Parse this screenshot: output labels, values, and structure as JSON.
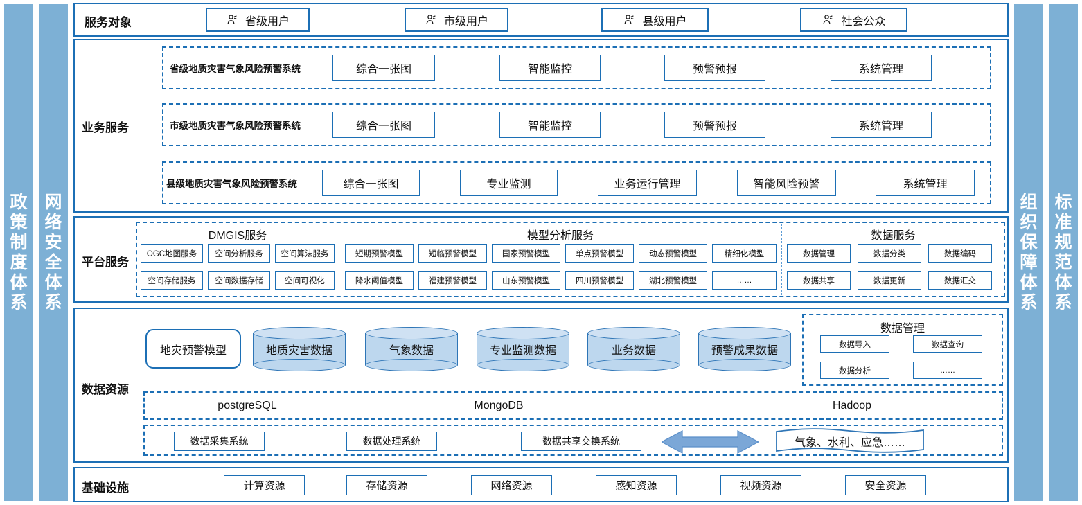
{
  "side_bars": {
    "left": [
      {
        "label": "政策制度体系"
      },
      {
        "label": "网络安全体系"
      }
    ],
    "right": [
      {
        "label": "组织保障体系"
      },
      {
        "label": "标准规范体系"
      }
    ]
  },
  "colors": {
    "bar_blue": "#7DB0D5",
    "frame_blue": "#1C6FB5",
    "cyl_fill": "#BDD7EE",
    "cyl_stroke": "#2E75B6",
    "arrow_fill": "#7BA7D7"
  },
  "layers": {
    "service_objects": {
      "label": "服务对象",
      "users": [
        {
          "icon": "user-icon",
          "label": "省级用户"
        },
        {
          "icon": "user-icon",
          "label": "市级用户"
        },
        {
          "icon": "user-icon",
          "label": "县级用户"
        },
        {
          "icon": "user-icon",
          "label": "社会公众"
        }
      ]
    },
    "business_services": {
      "label": "业务服务",
      "rows": [
        {
          "system": "省级地质灾害气象风险预警系统",
          "modules": [
            "综合一张图",
            "智能监控",
            "预警预报",
            "系统管理"
          ]
        },
        {
          "system": "市级地质灾害气象风险预警系统",
          "modules": [
            "综合一张图",
            "智能监控",
            "预警预报",
            "系统管理"
          ]
        },
        {
          "system": "县级地质灾害气象风险预警系统",
          "modules": [
            "综合一张图",
            "专业监测",
            "业务运行管理",
            "智能风险预警",
            "系统管理"
          ]
        }
      ]
    },
    "platform_services": {
      "label": "平台服务",
      "groups": [
        {
          "title": "DMGIS服务",
          "items_row1": [
            "OGC地图服务",
            "空间分析服务",
            "空间算法服务"
          ],
          "items_row2": [
            "空间存储服务",
            "空间数据存储",
            "空间可视化"
          ]
        },
        {
          "title": "模型分析服务",
          "items_row1": [
            "短期预警模型",
            "短临预警模型",
            "国家预警模型",
            "单点预警模型",
            "动态预警模型",
            "精细化模型"
          ],
          "items_row2": [
            "降水阈值模型",
            "福建预警模型",
            "山东预警模型",
            "四川预警模型",
            "湖北预警模型",
            "……"
          ]
        },
        {
          "title": "数据服务",
          "items_row1": [
            "数据管理",
            "数据分类",
            "数据编码"
          ],
          "items_row2": [
            "数据共享",
            "数据更新",
            "数据汇交"
          ]
        }
      ]
    },
    "data_resources": {
      "label": "数据资源",
      "model_box": "地灾预警模型",
      "cylinders": [
        "地质灾害数据",
        "气象数据",
        "专业监测数据",
        "业务数据",
        "预警成果数据"
      ],
      "data_mgmt": {
        "title": "数据管理",
        "items": [
          "数据导入",
          "数据查询",
          "数据分析",
          "……"
        ]
      },
      "databases": [
        "postgreSQL",
        "MongoDB",
        "Hadoop"
      ],
      "pipeline": {
        "systems": [
          "数据采集系统",
          "数据处理系统",
          "数据共享交换系统"
        ],
        "arrow": "double-arrow-icon",
        "external": "气象、水利、应急……"
      }
    },
    "infrastructure": {
      "label": "基础设施",
      "resources": [
        "计算资源",
        "存储资源",
        "网络资源",
        "感知资源",
        "视频资源",
        "安全资源"
      ]
    }
  }
}
